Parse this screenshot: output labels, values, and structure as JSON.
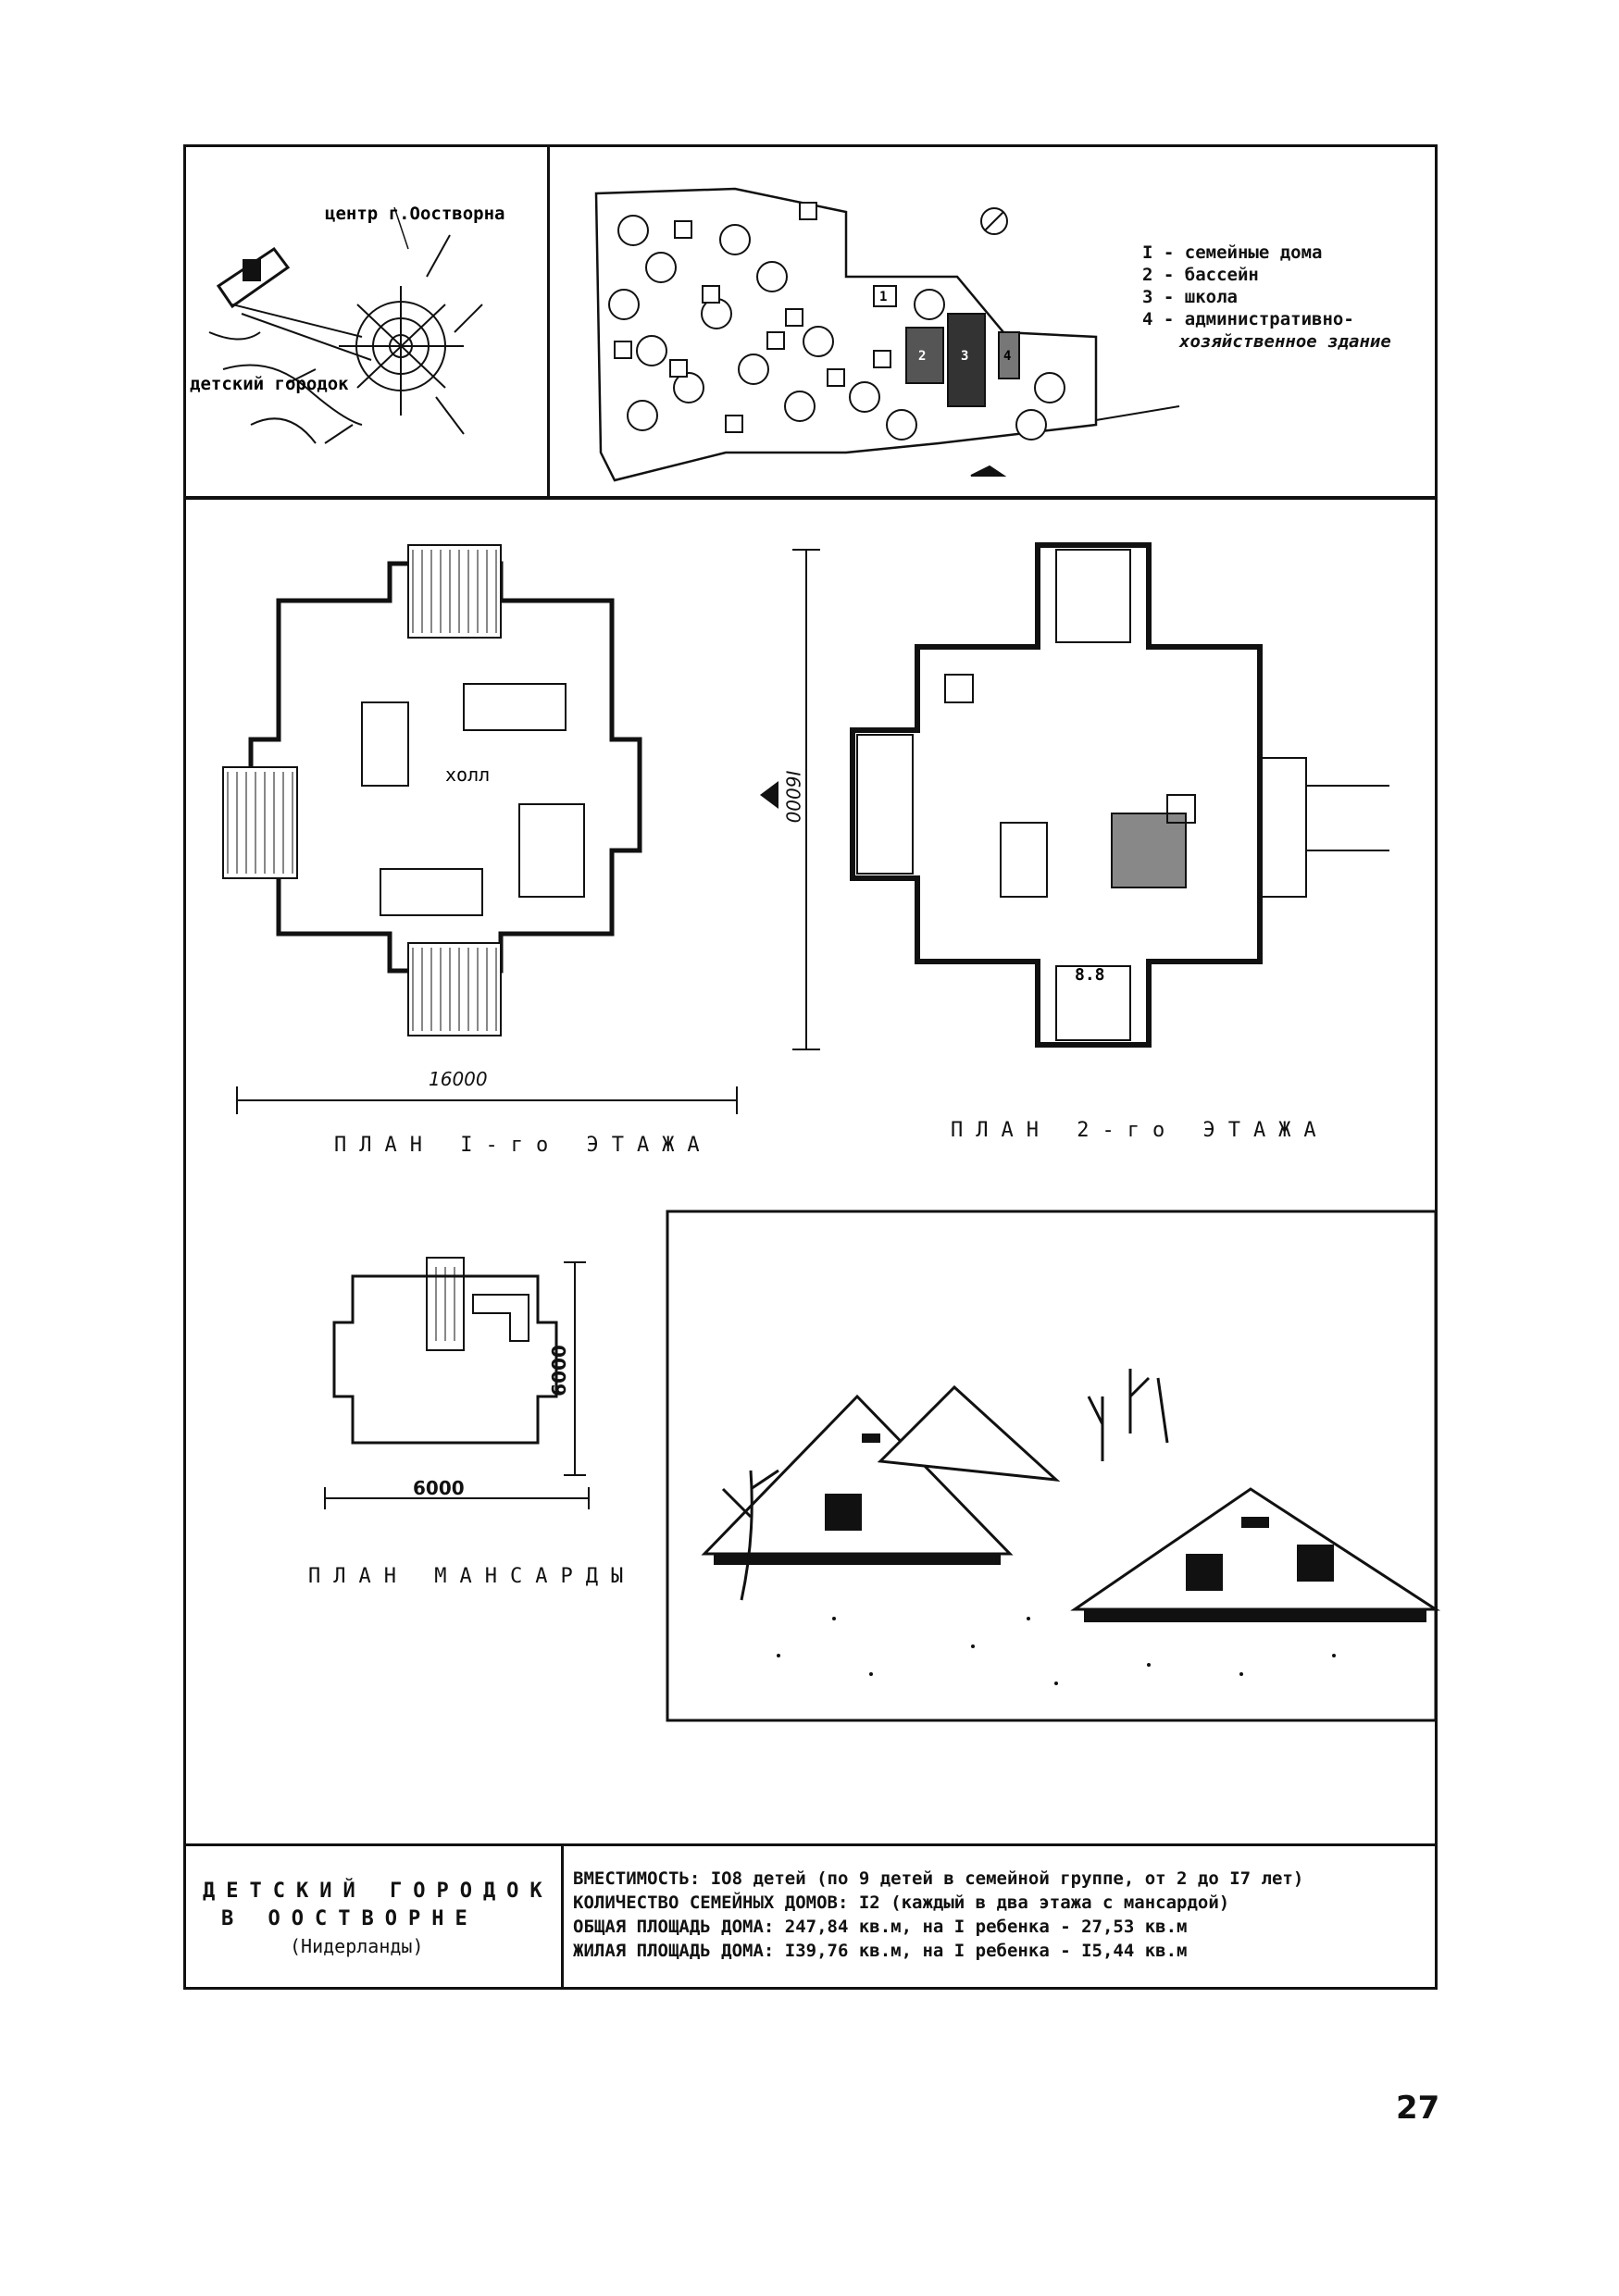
{
  "location_map": {
    "label_center": "центр г.Оостворна",
    "label_village": "детский городок"
  },
  "site_plan": {
    "markers": [
      "1",
      "2",
      "3",
      "4"
    ],
    "legend": [
      "I - семейные дома",
      "2 - бассейн",
      "3 - школа",
      "4 - административно-",
      "хозяйственное здание"
    ]
  },
  "plans": {
    "hall_label": "холл",
    "floor1_dim_width": "16000",
    "floor1_dim_height": "I6000",
    "floor1_caption": "ПЛАН I-го ЭТАЖА",
    "floor2_caption": "ПЛАН 2-го ЭТАЖА",
    "floor2_label": "8.8",
    "attic_dim_width": "6000",
    "attic_dim_height": "6000",
    "attic_caption": "ПЛАН МАНСАРДЫ"
  },
  "title_block": {
    "line1": "ДЕТСКИЙ ГОРОДОК",
    "line2": "В ООСТВОРНЕ",
    "line3": "(Нидерланды)"
  },
  "info": [
    "ВМЕСТИМОСТЬ: IO8 детей (по 9 детей в семейной группе, от 2 до I7 лет)",
    "КОЛИЧЕСТВО СЕМЕЙНЫХ ДОМОВ: I2 (каждый в два этажа с мансардой)",
    "ОБЩАЯ ПЛОЩАДЬ ДОМА: 247,84 кв.м, на I ребенка - 27,53 кв.м",
    "ЖИЛАЯ ПЛОЩАДЬ ДОМА: I39,76 кв.м, на I ребенка - I5,44 кв.м"
  ],
  "page_number": "27"
}
